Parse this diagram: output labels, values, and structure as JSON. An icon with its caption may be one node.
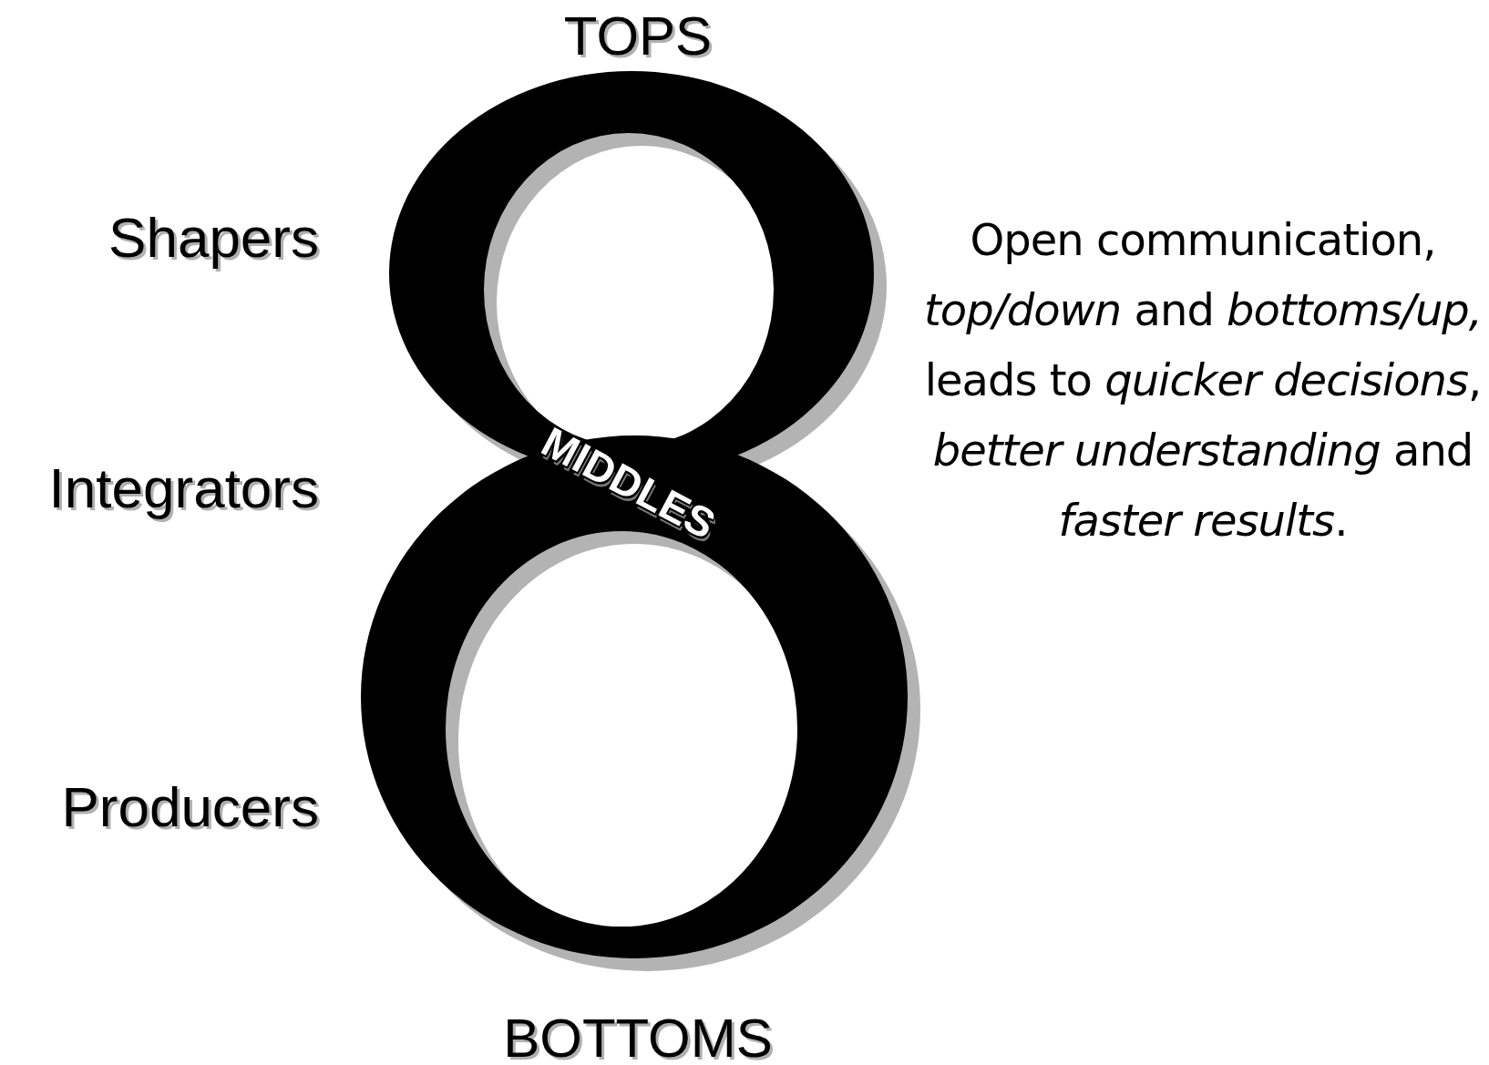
{
  "diagram": {
    "labels": [
      "TOPS",
      "Shapers",
      "Open communication, *top/down* and *bottoms/up,* leads to *quicker decisions*, *better understanding* and *faster results*.",
      "Integrators",
      "MIDDLES",
      "Producers",
      "BOTTOMS"
    ]
  }
}
